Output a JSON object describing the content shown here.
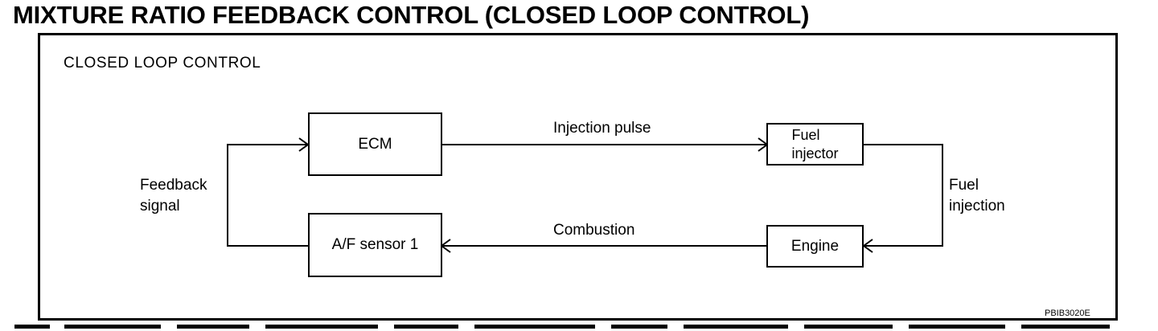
{
  "title": "MIXTURE RATIO FEEDBACK CONTROL (CLOSED LOOP CONTROL)",
  "diagram": {
    "subtitle": "CLOSED LOOP CONTROL",
    "nodes": {
      "ecm": "ECM",
      "fuel_injector_line1": "Fuel",
      "fuel_injector_line2": "injector",
      "engine": "Engine",
      "af_sensor": "A/F sensor 1"
    },
    "edges": {
      "injection_pulse": "Injection pulse",
      "fuel_injection_line1": "Fuel",
      "fuel_injection_line2": "injection",
      "combustion": "Combustion",
      "feedback_line1": "Feedback",
      "feedback_line2": "signal"
    },
    "reference_code": "PBIB3020E"
  }
}
